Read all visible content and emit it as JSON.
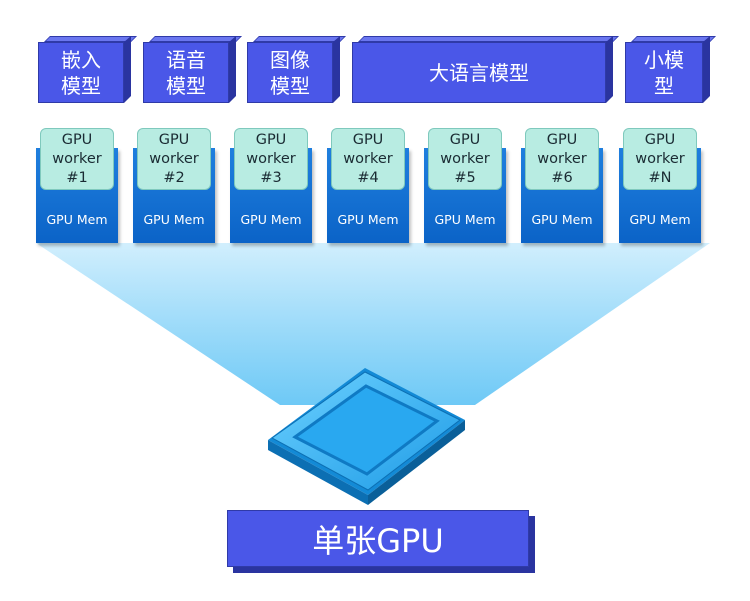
{
  "models": [
    {
      "label": "嵌入\n模型"
    },
    {
      "label": "语音\n模型"
    },
    {
      "label": "图像\n模型"
    },
    {
      "label": "大语言模型"
    },
    {
      "label": "小模\n型"
    }
  ],
  "workers": [
    {
      "label": "GPU\nworker\n#1",
      "mem": "GPU Mem"
    },
    {
      "label": "GPU\nworker\n#2",
      "mem": "GPU Mem"
    },
    {
      "label": "GPU\nworker\n#3",
      "mem": "GPU Mem"
    },
    {
      "label": "GPU\nworker\n#4",
      "mem": "GPU Mem"
    },
    {
      "label": "GPU\nworker\n#5",
      "mem": "GPU Mem"
    },
    {
      "label": "GPU\nworker\n#6",
      "mem": "GPU Mem"
    },
    {
      "label": "GPU\nworker\n#N",
      "mem": "GPU Mem"
    }
  ],
  "gpu_label": "单张GPU",
  "colors": {
    "model_fill": "#4a57e8",
    "model_side": "#2a34a0",
    "chip_fill": "#b8ece2",
    "mem_fill": "#1f7fde",
    "beam": "#8fd3f8"
  }
}
